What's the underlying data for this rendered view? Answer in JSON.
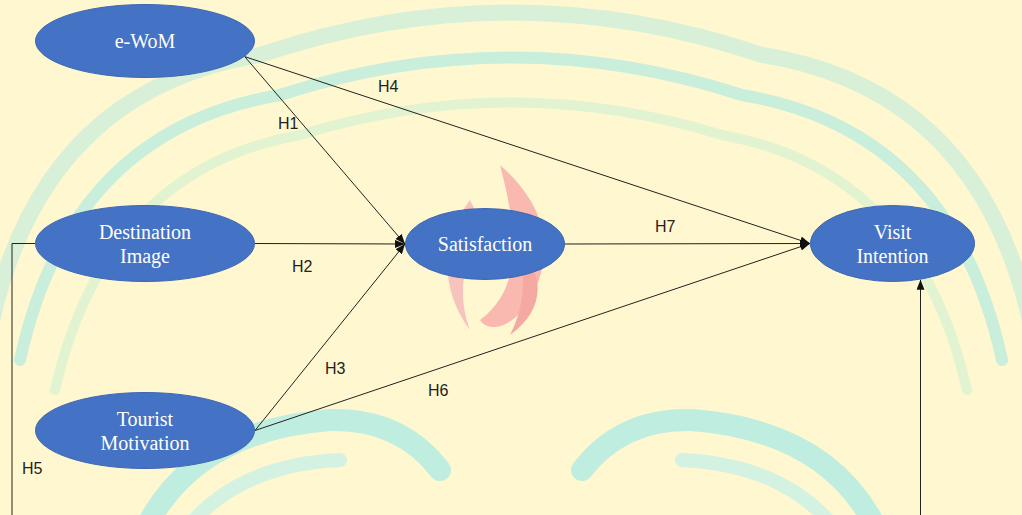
{
  "diagram": {
    "nodes": [
      {
        "text": [
          "e-WoM"
        ]
      },
      {
        "text": [
          "Destination Image"
        ]
      },
      {
        "text": [
          "Satisfaction"
        ]
      },
      {
        "text": [
          "Visit Intention"
        ]
      },
      {
        "text": [
          "Tourist Motivation"
        ]
      }
    ],
    "edges": [
      {
        "from": 0,
        "to": 2,
        "label": "H1",
        "arrow": "to"
      },
      {
        "from": 0,
        "to": 3,
        "label": "H4",
        "arrow": "to"
      },
      {
        "from": 1,
        "to": 2,
        "label": "H2",
        "arrow": "to"
      },
      {
        "from": 4,
        "to": 2,
        "label": "H3",
        "arrow": "to"
      },
      {
        "from": 4,
        "to": 3,
        "label": "H6",
        "arrow": "to"
      },
      {
        "from": 2,
        "to": 3,
        "label": "H7",
        "arrow": "to"
      },
      {
        "from": 1,
        "to": 3,
        "label": "H5",
        "arrow": "to"
      }
    ]
  }
}
